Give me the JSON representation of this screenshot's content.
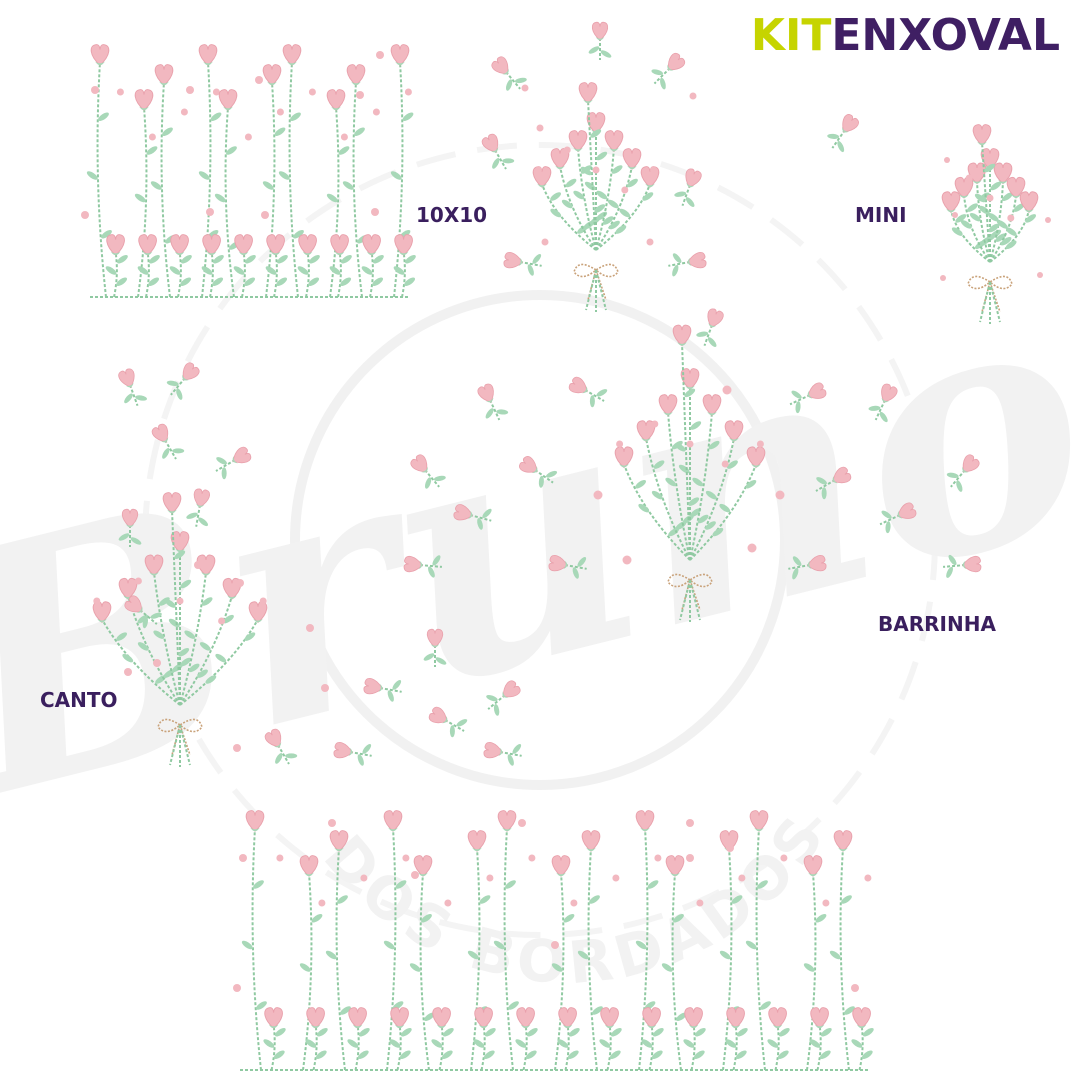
{
  "brand": {
    "title_part1": "KIT",
    "title_part2": "ENXOVAL",
    "kit_color": "#c6d400",
    "enxoval_color": "#3f1f63"
  },
  "watermark": {
    "main_text": "Bruno",
    "sub_text": "DOS BORDADOS"
  },
  "labels": {
    "size_10x10": "10X10",
    "mini": "MINI",
    "barrinha": "BARRINHA",
    "canto": "CANTO"
  },
  "palette": {
    "petal": "#f2b8c0",
    "petal_dark": "#e9a1ac",
    "leaf": "#a8d8b8",
    "stem": "#8fc9a1",
    "bow": "#c9a27a",
    "label": "#3a1f5e"
  }
}
